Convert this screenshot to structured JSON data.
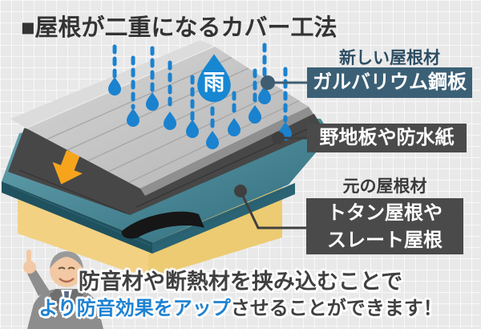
{
  "title": "■屋根が二重になるカバー工法",
  "diagram": {
    "rain_label": "雨",
    "labels": {
      "new_roof_caption": "新しい屋根材",
      "new_roof_box": "ガルバリウム鋼板",
      "sheathing_box": "野地板や防水紙",
      "original_caption": "元の屋根材",
      "original_box_line1": "トタン屋根や",
      "original_box_line2": "スレート屋根"
    },
    "icons": {
      "rain_drop": "raindrop-icon",
      "down_arrow": "down-arrow-icon"
    }
  },
  "footer": {
    "line1": "防音材や断熱材を挟み込むことで",
    "line2_highlight": "より防音効果をアップ",
    "line2_rest": "させることができます！"
  },
  "colors": {
    "background": "#e9e9e9",
    "title_text": "#333333",
    "rain_blue": "#1a82cf",
    "highlight_blue": "#1e82d2",
    "label_teal_box": "#3b6076",
    "label_dark_box": "#4a4a4a",
    "new_roof_gray": "#c9c9c9",
    "sheathing_charcoal": "#474747",
    "old_roof_teal": "#3f7d8e",
    "wall_yellow": "#f2d183",
    "arrow_orange": "#f7a41d"
  }
}
